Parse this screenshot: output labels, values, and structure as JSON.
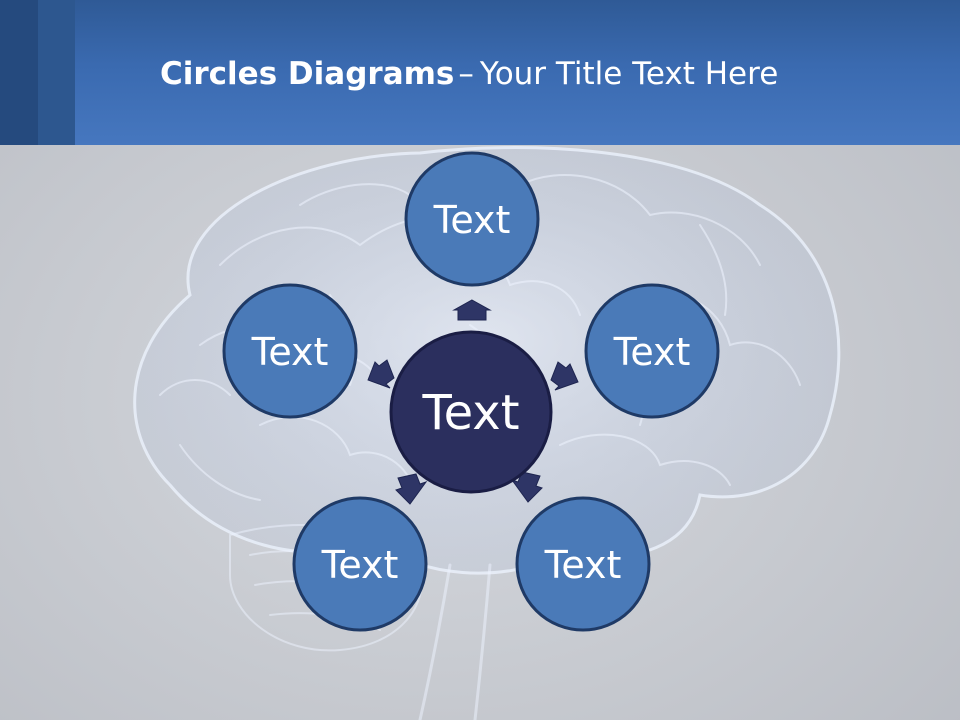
{
  "header": {
    "title_bold": "Circles Diagrams",
    "title_separator": "–",
    "title_rest": "Your Title Text Here"
  },
  "diagram": {
    "center": {
      "label": "Text"
    },
    "nodes": [
      {
        "id": "top",
        "label": "Text"
      },
      {
        "id": "upper-left",
        "label": "Text"
      },
      {
        "id": "upper-right",
        "label": "Text"
      },
      {
        "id": "lower-left",
        "label": "Text"
      },
      {
        "id": "lower-right",
        "label": "Text"
      }
    ]
  },
  "colors": {
    "header": "#3a6ab0",
    "node_fill": "#4a7ab8",
    "node_border": "#1f3a66",
    "center_fill": "#2b2f5e",
    "arrow": "#2e3566",
    "background": "#c6c9cf"
  },
  "background_image": {
    "icon": "brain-xray-illustration"
  }
}
